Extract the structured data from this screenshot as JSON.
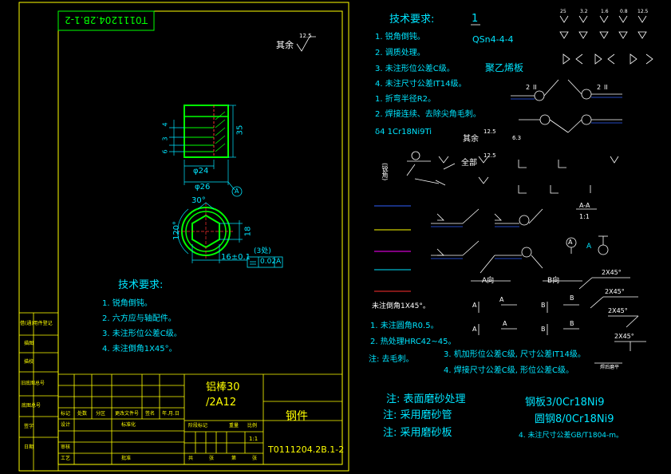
{
  "title_block": {
    "part_code_rotated": "T0111204.2B.1-2",
    "material_line1": "铝棒30",
    "material_line2": "/2A12",
    "part_name": "钢件",
    "drawing_number": "T0111204.2B.1-2",
    "scale": "1:1",
    "roughness_other_label": "其余",
    "roughness_other_value": "12.5",
    "left_strip": [
      "借(通)用件登记",
      "描图",
      "描校",
      "旧底图总号",
      "底图总号",
      "签字",
      "日期"
    ],
    "table_labels": [
      "标记",
      "处数",
      "分区",
      "更改文件号",
      "签名",
      "年.月.日",
      "设计",
      "标准化",
      "审核",
      "工艺",
      "批准",
      "阶段标记",
      "重量",
      "比例",
      "共",
      "张",
      "第",
      "张"
    ]
  },
  "drawing": {
    "dim_35": "35",
    "dim_24": "φ24",
    "dim_26": "φ26",
    "dim_4": "4",
    "dim_3": "3",
    "dim_6": "6",
    "datum_a": "A",
    "dim_30deg": "30°",
    "dim_120deg": "120°",
    "dim_18": "18",
    "dim_16": "16±0.1",
    "count_3": "(3处)",
    "flatness_value": "0.02",
    "flatness_datum": "A"
  },
  "left_notes": {
    "heading": "技术要求:",
    "items": [
      "1. 锐角倒钝。",
      "2. 六方应与轴配件。",
      "3. 未注形位公差C级。",
      "4. 未注倒角1X45°。"
    ]
  },
  "right_panel": {
    "heading": "技术要求:",
    "number_box": "1",
    "material_code": "QSn4-4-4",
    "items": [
      "1. 锐角倒钝。",
      "2. 调质处理。",
      "3. 未注形位公差C级。",
      "4. 未注尺寸公差IT14级。",
      "1. 折弯半径R2。",
      "2. 焊接连续、去除尖角毛刺。"
    ],
    "poly_board": "聚乙烯板",
    "delta_line": "δ4   1Cr18Ni9Ti",
    "other_label": "其余",
    "all_label": "全部",
    "roughness_values": [
      "12.5",
      "6.3",
      "12.5",
      "25",
      "3.2",
      "1.6",
      "0.8",
      "12.5"
    ],
    "side_vertical": "(锐角)",
    "unmarked_chamfer": "未注倒角1X45°。",
    "sections": [
      "A向",
      "B向"
    ],
    "section_letters": [
      "A",
      "A",
      "B",
      "B",
      "A",
      "A",
      "B",
      "B"
    ],
    "a_a_label": "A-A",
    "ratio_label": "1:1",
    "weld_labels": [
      "2",
      "II",
      "2",
      "II"
    ],
    "chamfers": [
      "2X45°",
      "2X45°",
      "2X45°",
      "2X45°"
    ],
    "weld_note": "焊后磨平",
    "notes2": [
      "1. 未注圆角R0.5。",
      "2. 热处理HRC42~45。",
      "注: 去毛刺。",
      "3. 机加形位公差C级, 尺寸公差IT14级。",
      "4. 焊接尺寸公差C级, 形位公差C级。"
    ],
    "bottom_notes": [
      "注: 表面磨砂处理",
      "注: 采用磨砂管",
      "注: 采用磨砂板"
    ],
    "steel_plate": "钢板3/0Cr18Ni9",
    "round_steel": "圆钢8/0Cr18Ni9",
    "bottom_tol": "4. 未注尺寸公差GB/T1804-m。",
    "datum_circles": [
      "A",
      "A"
    ]
  },
  "colors": {
    "frame": "#ffff00",
    "outline": "#00ff00",
    "dim": "#00e5ff",
    "text_white": "#ffffff",
    "red": "#ff3030",
    "magenta": "#ff00ff",
    "blue": "#3060ff"
  }
}
